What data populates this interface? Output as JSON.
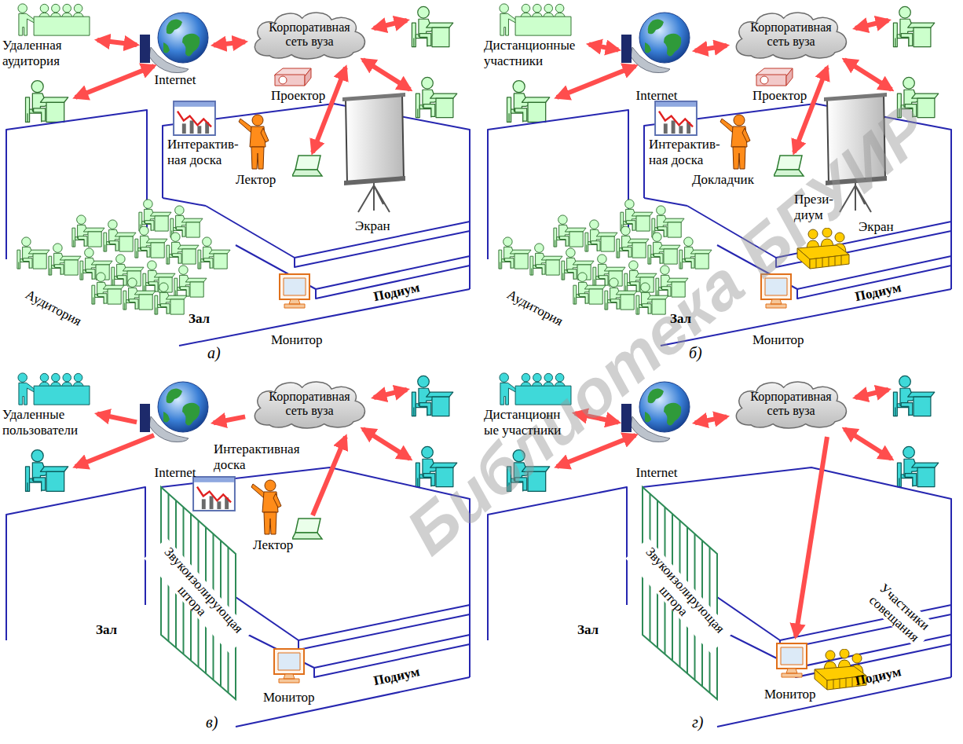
{
  "diagram": {
    "nodes": [
      {
        "text": [
          "Удаленная аудитория"
        ]
      },
      {
        "text": [
          "Internet"
        ]
      },
      {
        "text": [
          "Корпоративная сеть вуза"
        ]
      },
      {
        "text": [
          "Дистанционные участники"
        ]
      },
      {
        "text": [
          "Internet"
        ]
      },
      {
        "text": [
          "Корпоративная сеть вуза"
        ]
      },
      {
        "text": [
          "Удаленные пользователи"
        ]
      },
      {
        "text": [
          "Internet"
        ]
      },
      {
        "text": [
          "Корпоративная сеть вуза"
        ]
      },
      {
        "text": [
          "Дистанционн ые участники"
        ]
      },
      {
        "text": [
          "Internet"
        ]
      },
      {
        "text": [
          "Корпоративная сеть вуза"
        ]
      }
    ],
    "edges": [
      {
        "from": 0,
        "to": 1,
        "arrow": "both"
      },
      {
        "from": 1,
        "to": 2,
        "arrow": "both"
      },
      {
        "from": 3,
        "to": 4,
        "arrow": "both"
      },
      {
        "from": 4,
        "to": 5,
        "arrow": "both"
      },
      {
        "from": 7,
        "to": 6,
        "arrow": "to"
      },
      {
        "from": 8,
        "to": 7,
        "arrow": "to"
      },
      {
        "from": 9,
        "to": 10,
        "arrow": "both"
      },
      {
        "from": 10,
        "to": 11,
        "arrow": "both"
      }
    ],
    "labels": [
      "Проектор",
      "Интерактив- ная доска",
      "Лектор",
      "Экран",
      "Аудитория",
      "Зал",
      "Монитор",
      "Подиум",
      "а)",
      "Проектор",
      "Интерактив- ная доска",
      "Докладчик",
      "Прези- диум",
      "Экран",
      "Аудитория",
      "Зал",
      "Монитор",
      "Подиум",
      "б)",
      "Интерактивная доска",
      "Лектор",
      "Звукоизолирующая штора",
      "Зал",
      "Монитор",
      "Подиум",
      "в)",
      "Участники совещания",
      "Звукоизолирующая штора",
      "Монитор",
      "Зал",
      "Подиум",
      "г)",
      "Библиотека БГУИР"
    ]
  }
}
